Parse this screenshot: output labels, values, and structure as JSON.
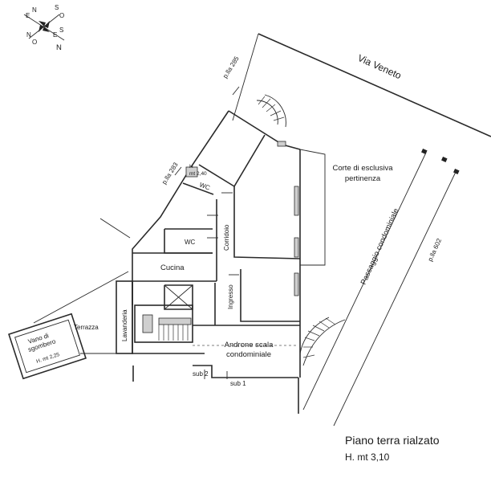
{
  "compass": {
    "letters": [
      "N",
      "E",
      "S",
      "O",
      "E",
      "S",
      "N",
      "O"
    ]
  },
  "streets": {
    "via_veneto": "Via Veneto"
  },
  "parcels": {
    "p285": "p.lla 285",
    "p283": "p.lla 283",
    "p602": "p.lla 602"
  },
  "rooms": {
    "corte_line1": "Corte di esclusiva",
    "corte_line2": "pertinenza",
    "passaggio": "Passaggio condominiale",
    "wc_small": "WC",
    "h_mark_line1": "H",
    "h_mark_line2": "mt 2,40",
    "wc": "WC",
    "corridoio": "Corridoio",
    "cucina": "Cucina",
    "ingresso": "Ingresso",
    "lavanderia": "Lavanderia",
    "terrazza": "Terrazza",
    "vano_line1": "Vano di",
    "vano_line2": "sgombero",
    "vano_h": "H. mt 2,25",
    "androne_line1": "Androne scala",
    "androne_line2": "condominiale",
    "sub2": "sub 2",
    "sub1": "sub 1"
  },
  "legend": {
    "title": "Piano terra rialzato",
    "height": "H. mt 3,10"
  }
}
